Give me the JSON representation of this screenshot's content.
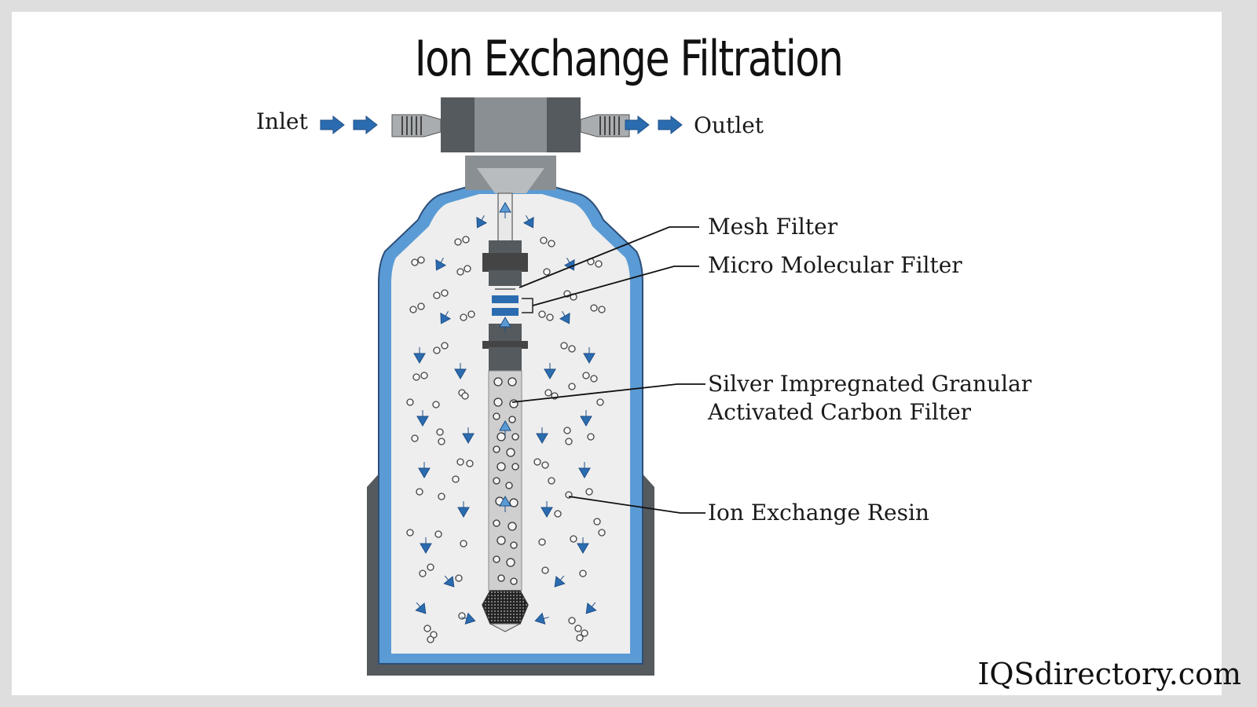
{
  "diagram": {
    "title": "Ion Exchange Filtration",
    "labels": {
      "inlet": "Inlet",
      "outlet": "Outlet",
      "mesh_filter": "Mesh Filter",
      "micro_molecular_filter": "Micro Molecular Filter",
      "carbon_filter_line1": "Silver Impregnated Granular",
      "carbon_filter_line2": "Activated Carbon Filter",
      "ion_exchange_resin": "Ion Exchange Resin"
    },
    "brand": "IQSdirectory.com"
  },
  "colors": {
    "arrow_blue": "#2b6cb0",
    "tank_outline_blue": "#5b9bd5",
    "housing_dark": "#555a5e",
    "housing_mid": "#8a8f93",
    "water_fill": "#eeeeee"
  }
}
